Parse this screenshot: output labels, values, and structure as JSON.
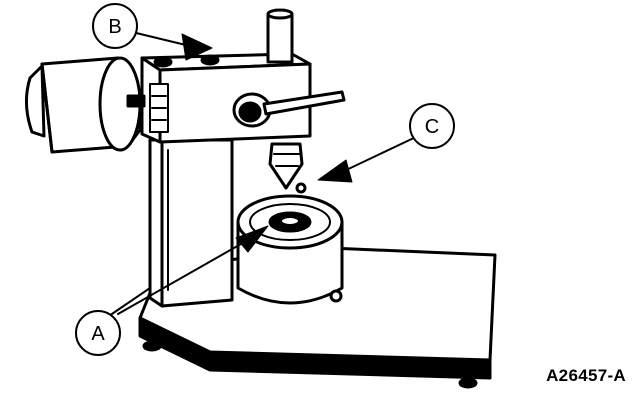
{
  "callouts": {
    "a": "A",
    "b": "B",
    "c": "C"
  },
  "figure_id": "A26457-A",
  "colors": {
    "ink": "#000000",
    "paper": "#ffffff"
  }
}
